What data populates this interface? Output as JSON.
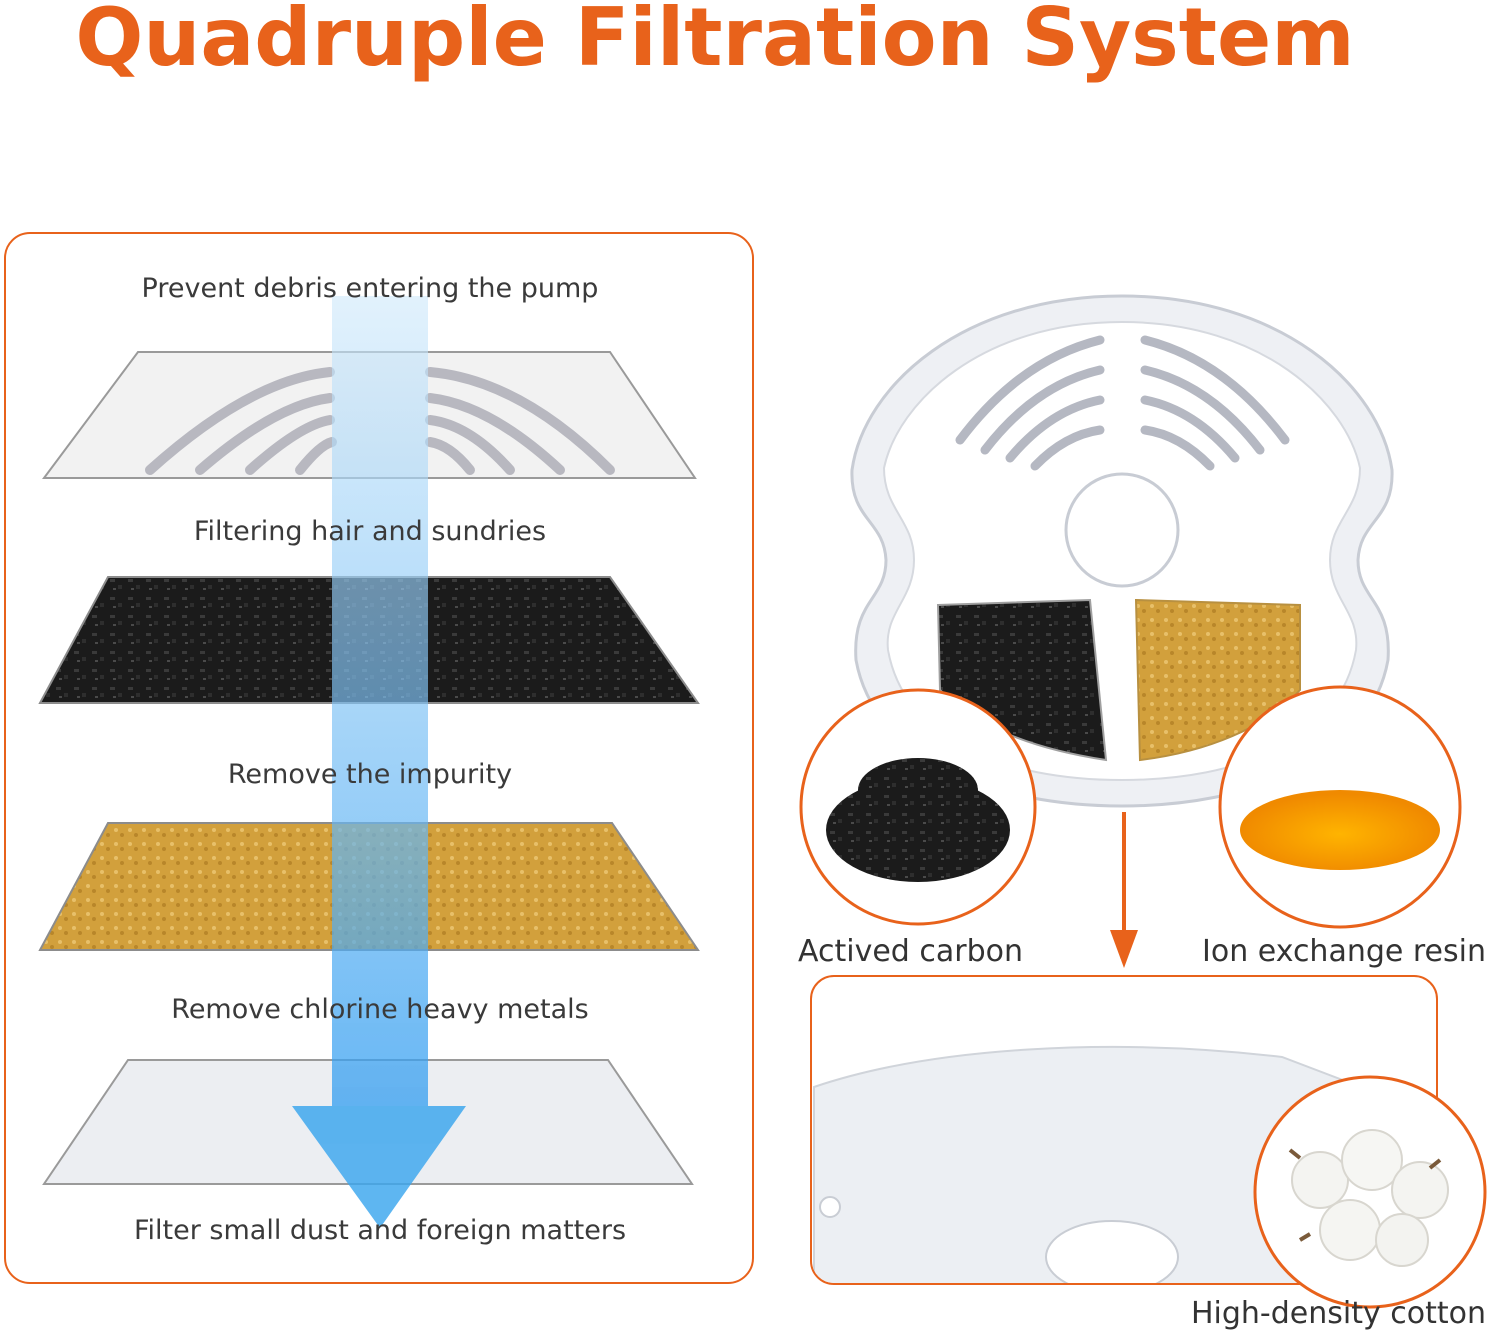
{
  "title": "Quadruple Filtration System",
  "layers": [
    {
      "label": "Prevent debris entering the pump"
    },
    {
      "label": "Filtering hair and sundries"
    },
    {
      "label": "Remove the impurity"
    },
    {
      "label": "Remove chlorine heavy metals"
    },
    {
      "label": "Filter small dust and foreign matters"
    }
  ],
  "materials": {
    "carbon": "Actived carbon",
    "resin": "Ion exchange resin",
    "cotton": "High-density cotton"
  },
  "colors": {
    "accent": "#e8621b",
    "flow_arrow": "#3aa6ee",
    "carbon": "#1a1a1a",
    "resin": "#d8a236",
    "cotton": "#f1f2f4"
  }
}
